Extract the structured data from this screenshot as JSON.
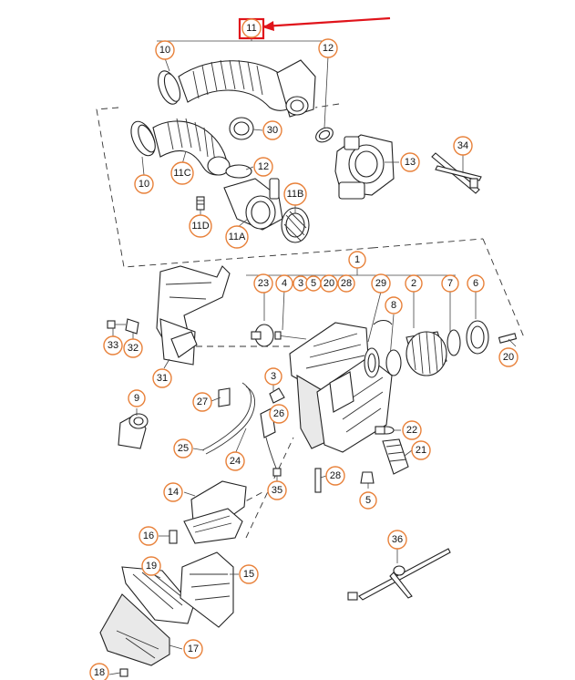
{
  "highlight_color": "#e0141b",
  "callout_color": "#e8813a",
  "callouts": {
    "c11": "11",
    "c10a": "10",
    "c12a": "12",
    "c30": "30",
    "c10b": "10",
    "c11c": "11C",
    "c12b": "12",
    "c13": "13",
    "c34": "34",
    "c11b": "11B",
    "c11d": "11D",
    "c11a": "11A",
    "c1": "1",
    "c23": "23",
    "c4": "4",
    "c3a": "3",
    "c5a": "5",
    "c20a": "20",
    "c28a": "28",
    "c29": "29",
    "c2": "2",
    "c7": "7",
    "c6": "6",
    "c8": "8",
    "c20b": "20",
    "c33": "33",
    "c32": "32",
    "c31": "31",
    "c3b": "3",
    "c9": "9",
    "c27": "27",
    "c26": "26",
    "c22": "22",
    "c25": "25",
    "c24": "24",
    "c21": "21",
    "c28b": "28",
    "c35": "35",
    "c5b": "5",
    "c14": "14",
    "c16": "16",
    "c36": "36",
    "c19": "19",
    "c15": "15",
    "c17": "17",
    "c18": "18"
  }
}
